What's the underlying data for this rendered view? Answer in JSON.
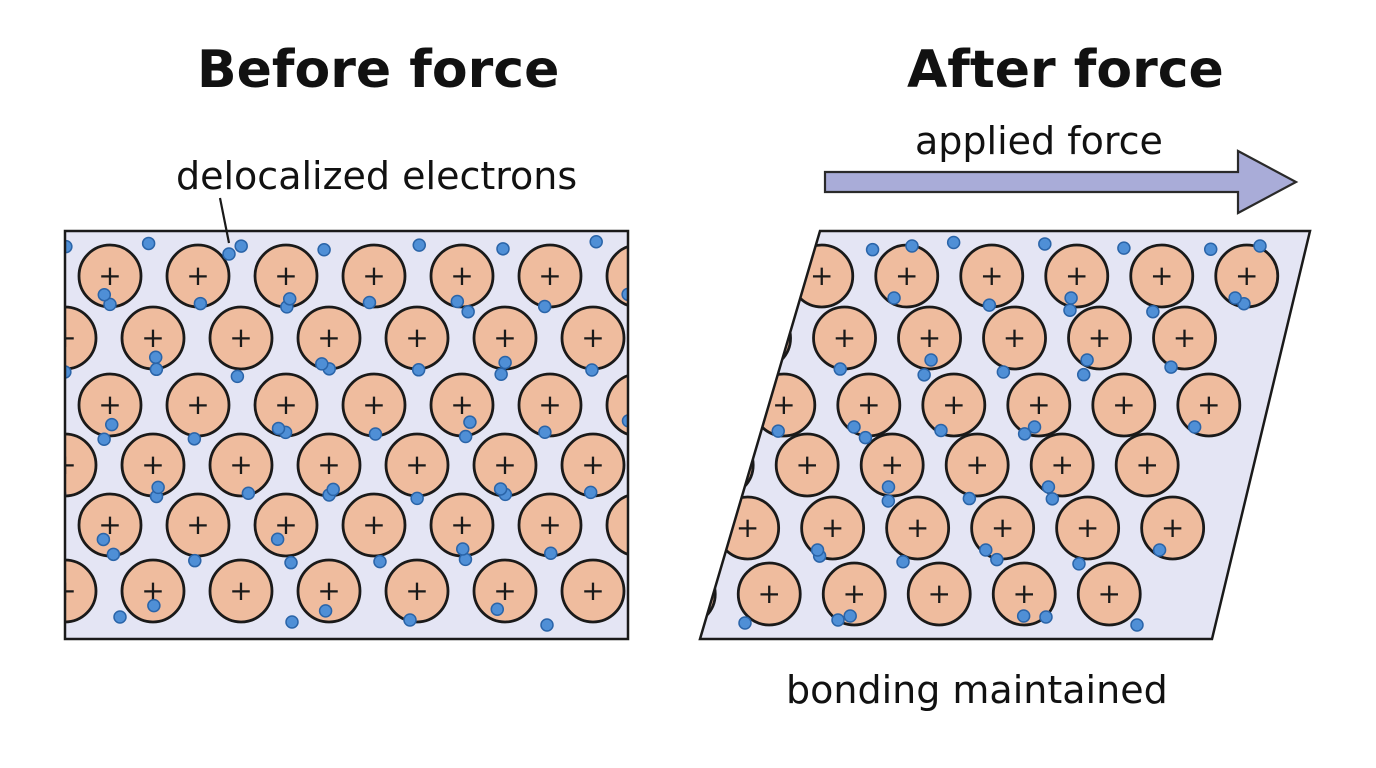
{
  "panels": {
    "before": {
      "title": "Before force",
      "annotation": "delocalized electrons"
    },
    "after": {
      "title": "After force",
      "arrow_label": "applied force",
      "caption": "bonding maintained"
    }
  },
  "ion_symbol": "+",
  "colors": {
    "background": "#ffffff",
    "lattice_fill": "#e4e5f4",
    "ion_fill": "#efbc9e",
    "ion_stroke": "#1a1a1a",
    "electron_fill": "#4f8fd6",
    "electron_stroke": "#2a64a8",
    "arrow_fill": "#a9acd8",
    "arrow_stroke": "#2a2a2a",
    "outline": "#1a1a1a"
  }
}
